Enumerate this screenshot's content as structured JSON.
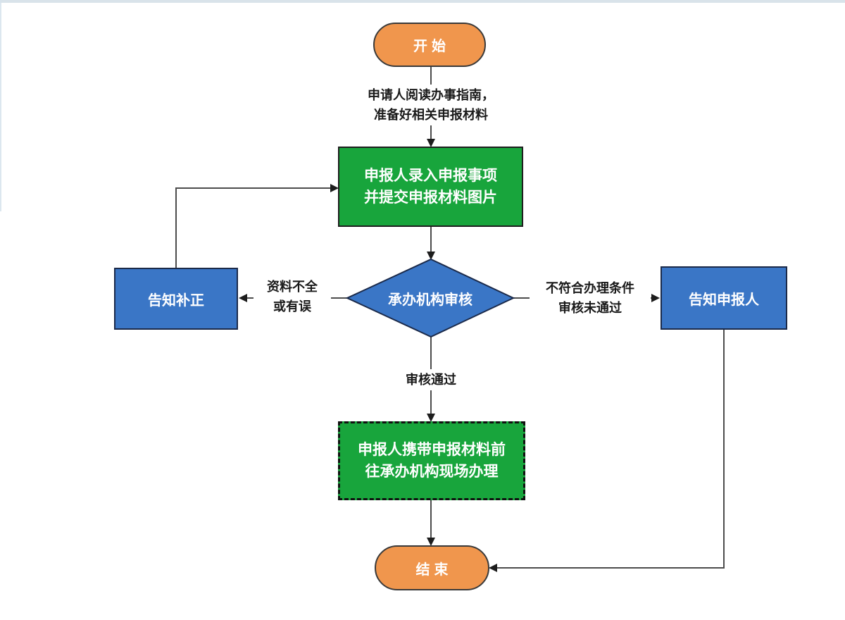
{
  "page": {
    "background": "#ffffff",
    "top_bar_color": "#d9e3ea",
    "accent_orange": "#F0964D",
    "accent_green": "#18A53C",
    "accent_blue": "#3A76C6",
    "line_color": "#4c4c4c"
  },
  "flowchart": {
    "nodes": {
      "start": {
        "label": "开始",
        "shape": "terminator"
      },
      "entry": {
        "line1": "申报人录入申报事项",
        "line2": "并提交申报材料图片",
        "shape": "process"
      },
      "review": {
        "label": "承办机构审核",
        "shape": "decision"
      },
      "notify_fix": {
        "label": "告知补正",
        "shape": "process"
      },
      "notify_applicant": {
        "label": "告知申报人",
        "shape": "process"
      },
      "onsite": {
        "line1": "申报人携带申报材料前",
        "line2": "往承办机构现场办理",
        "shape": "process-dashed"
      },
      "end": {
        "label": "结束",
        "shape": "terminator"
      }
    },
    "edge_labels": {
      "note": {
        "line1": "申请人阅读办事指南，",
        "line2": "准备好相关申报材料"
      },
      "incomplete": {
        "line1": "资料不全",
        "line2": "或有误"
      },
      "rejected": {
        "line1": "不符合办理条件",
        "line2": "审核未通过"
      },
      "approved": {
        "label": "审核通过"
      }
    },
    "edges": [
      {
        "from": "start",
        "to": "entry",
        "label": "申请人阅读办事指南，准备好相关申报材料"
      },
      {
        "from": "entry",
        "to": "review",
        "label": ""
      },
      {
        "from": "review",
        "to": "notify_fix",
        "label": "资料不全或有误"
      },
      {
        "from": "review",
        "to": "notify_applicant",
        "label": "不符合办理条件审核未通过"
      },
      {
        "from": "review",
        "to": "onsite",
        "label": "审核通过"
      },
      {
        "from": "notify_fix",
        "to": "entry",
        "label": ""
      },
      {
        "from": "onsite",
        "to": "end",
        "label": ""
      },
      {
        "from": "notify_applicant",
        "to": "end",
        "label": ""
      }
    ]
  }
}
